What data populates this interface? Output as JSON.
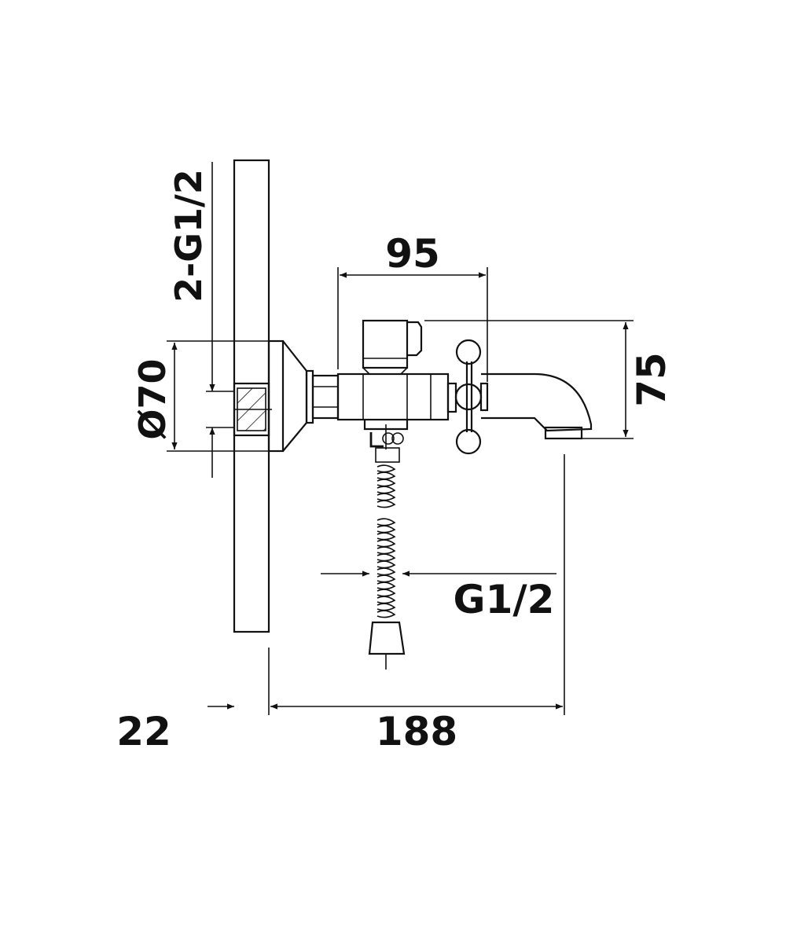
{
  "drawing": {
    "line_color": "#111111",
    "background": "#ffffff",
    "dimensions": {
      "thread_inlet": "2-G1/2",
      "flange_diameter": "Ø70",
      "handle_spacing": "95",
      "spout_height": "75",
      "hose_thread": "G1/2",
      "wall_thickness": "22",
      "projection": "188"
    }
  }
}
